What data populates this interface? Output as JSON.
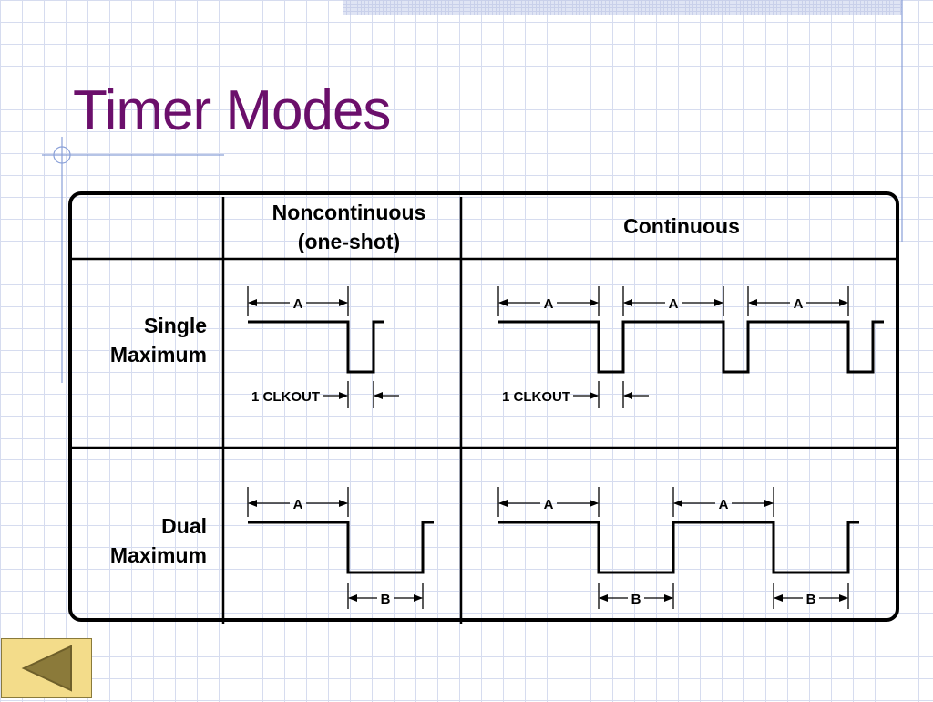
{
  "slide": {
    "title": "Timer Modes"
  },
  "table": {
    "header_noncontinuous": [
      "Noncontinuous",
      "(one-shot)"
    ],
    "header_continuous": "Continuous",
    "row_single": [
      "Single",
      "Maximum"
    ],
    "row_dual": [
      "Dual",
      "Maximum"
    ],
    "label_a": "A",
    "label_b": "B",
    "label_clkout": "1 CLKOUT"
  },
  "navigation": {
    "prev_icon": "left-triangle-icon",
    "button_color": "#f3dc8a",
    "icon_color": "#8b7a3a"
  },
  "colors": {
    "title": "#6b0f6b",
    "grid": "#d6dcef",
    "accent_lines": "#8aa0d8"
  }
}
